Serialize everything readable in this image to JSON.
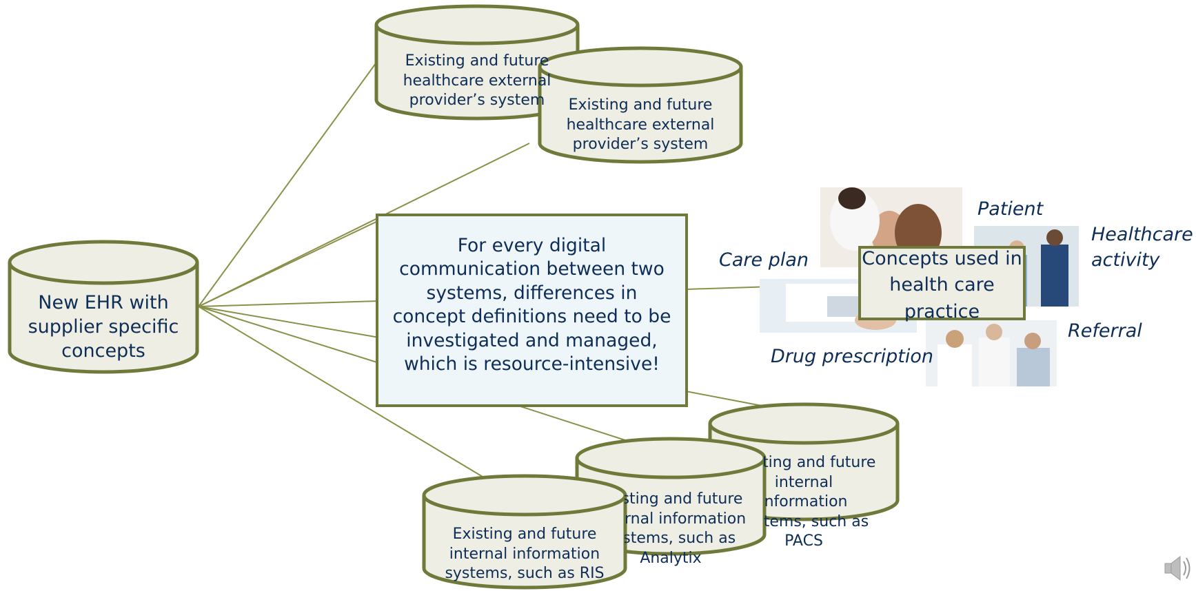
{
  "ehr_cylinder": {
    "label": "New EHR with supplier specific concepts"
  },
  "external_cylinders": [
    {
      "label": "Existing and future healthcare external provider’s system"
    },
    {
      "label": "Existing and future healthcare external provider’s system"
    }
  ],
  "internal_cylinders": [
    {
      "label": "Existing and future internal information systems, such as RIS"
    },
    {
      "label": "Existing and future internal information systems, such as Analytix"
    },
    {
      "label": "Existing and future internal information systems, such as PACS"
    }
  ],
  "center_message": "For every digital communication between two systems, differences in concept definitions need to be investigated and managed, which is resource-intensive!",
  "concepts_box": {
    "label": "Concepts used in health care practice"
  },
  "concept_labels": {
    "patient": "Patient",
    "healthcare_activity": "Healthcare activity",
    "care_plan": "Care plan",
    "referral": "Referral",
    "drug_prescription": "Drug prescription"
  },
  "colors": {
    "cylinder_fill": "#eeeee4",
    "cylinder_stroke": "#6f7a3a",
    "connector": "#8a9048",
    "text": "#0e2d57",
    "center_fill": "#eef6fa"
  },
  "icons": {
    "audio": "speaker-icon"
  }
}
